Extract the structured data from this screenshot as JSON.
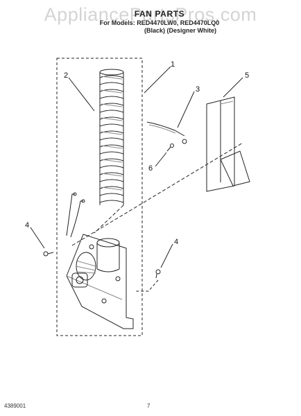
{
  "watermark": "AppliancePartsPros.com",
  "header": {
    "title": "FAN PARTS",
    "model_line": "For Models: RED4470LW0, RED4470LQ0",
    "color_line": "(Black) (Designer White)"
  },
  "callouts": [
    "1",
    "2",
    "3",
    "4",
    "4",
    "5",
    "6"
  ],
  "footer": {
    "part_number": "4389001",
    "page_number": "7"
  }
}
